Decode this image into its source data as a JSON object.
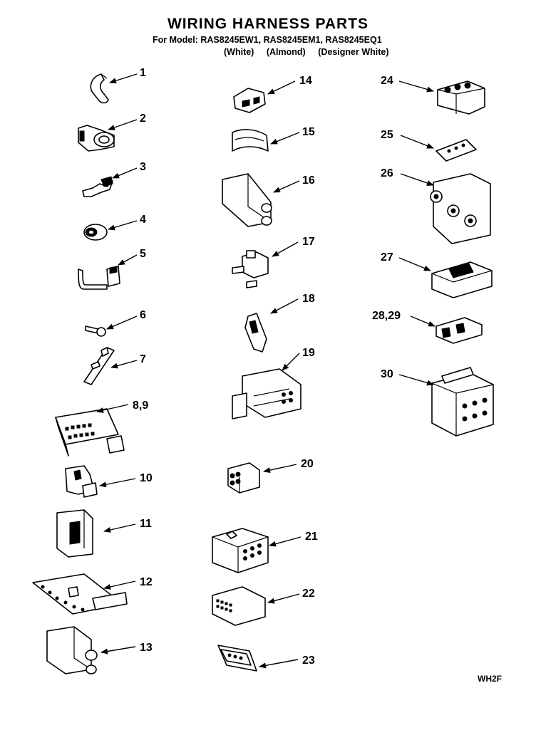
{
  "header": {
    "title": "WIRING HARNESS PARTS",
    "model_line": "For Model: RAS8245EW1, RAS8245EM1, RAS8245EQ1",
    "colors": [
      "(White)",
      "(Almond)",
      "(Designer White)"
    ]
  },
  "footer": {
    "code": "WH2F"
  },
  "callouts": [
    "1",
    "2",
    "3",
    "4",
    "5",
    "6",
    "7",
    "8,9",
    "10",
    "11",
    "12",
    "13",
    "14",
    "15",
    "16",
    "17",
    "18",
    "19",
    "20",
    "21",
    "22",
    "23",
    "24",
    "25",
    "26",
    "27",
    "28,29",
    "30"
  ]
}
